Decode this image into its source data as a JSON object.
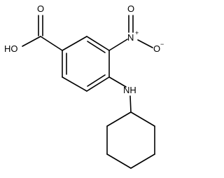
{
  "molecule": {
    "labels": {
      "hydroxyl": "HO",
      "carbonyl_oxygen": "O",
      "nitro_nitrogen": "N",
      "nitro_positive_charge": "+",
      "nitro_oxygen_top": "O",
      "nitro_oxygen_right": "O",
      "nitro_negative_charge": "−",
      "amine": "NH"
    }
  }
}
